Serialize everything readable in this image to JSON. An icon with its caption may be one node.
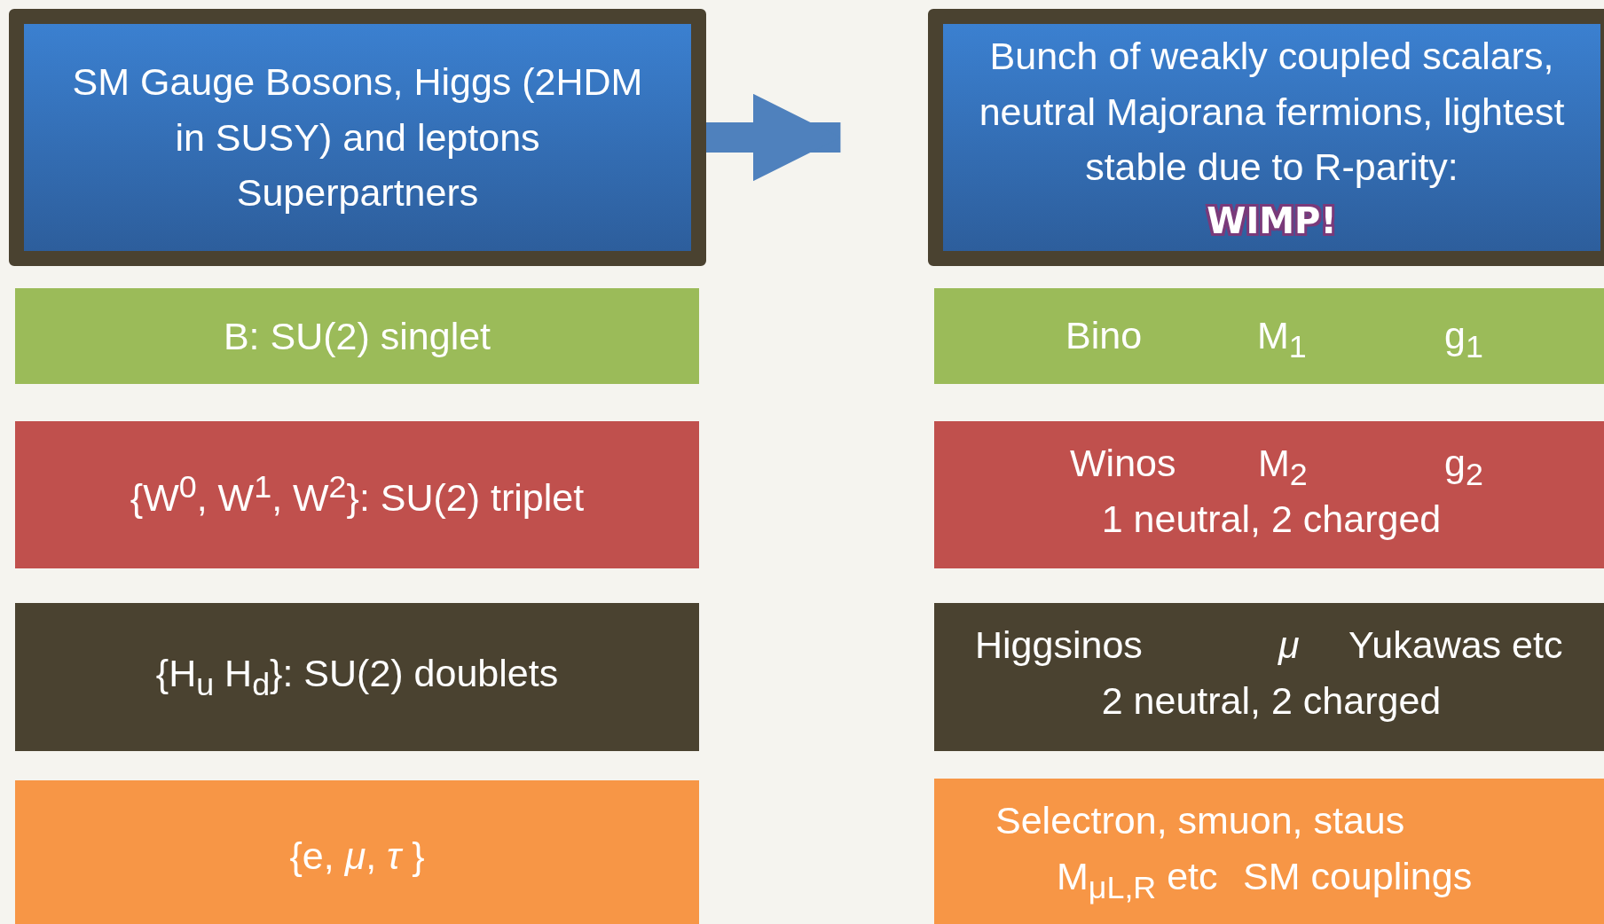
{
  "diagram": {
    "nodes": [
      {
        "text": [
          "SM Gauge Bosons, Higgs (2HDM in SUSY) and leptons Superpartners"
        ]
      },
      {
        "text": [
          "Bunch of weakly coupled scalars, neutral Majorana fermions, lightest stable due to R-parity:",
          "WIMP!"
        ]
      },
      {
        "text": [
          "B: SU(2) singlet"
        ]
      },
      {
        "text": [
          "{W$^{0}$, W$^{1}$, W$^{2}$}: SU(2) triplet"
        ]
      },
      {
        "text": [
          "{H$_{u}$ H$_{d}$}: SU(2) doublets"
        ]
      },
      {
        "text": [
          "{e, *μ*, *τ* }"
        ]
      },
      {
        "text": [
          "Bino",
          "M$_{1}$",
          "g$_{1}$"
        ]
      },
      {
        "text": [
          "Winos",
          "M$_{2}$",
          "g$_{2}$",
          "1 neutral, 2 charged"
        ]
      },
      {
        "text": [
          "Higgsinos",
          "*μ*",
          "Yukawas etc",
          "2 neutral, 2 charged"
        ]
      },
      {
        "text": [
          "Selectron, smuon, staus",
          "M$_{μL,R}$ etc",
          "SM couplings"
        ]
      }
    ],
    "edges": [
      {
        "from": 0,
        "to": 1,
        "arrow": "to"
      }
    ]
  }
}
